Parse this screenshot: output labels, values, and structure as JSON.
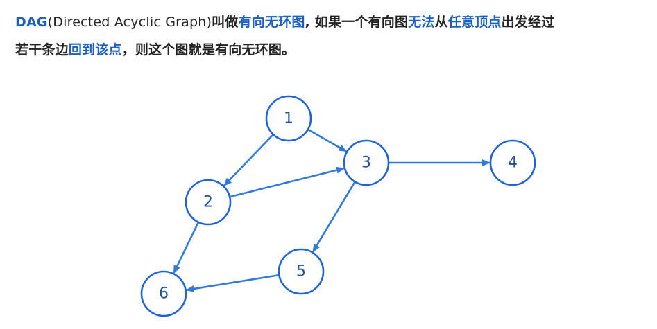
{
  "description": {
    "line1": [
      {
        "text": "DAG",
        "style": "hl"
      },
      {
        "text": "(Directed Acyclic Graph)",
        "style": "paren"
      },
      {
        "text": "叫做",
        "style": "plain"
      },
      {
        "text": "有向无环图",
        "style": "hl"
      },
      {
        "text": ", 如果一个有向图",
        "style": "plain"
      },
      {
        "text": "无法",
        "style": "hl"
      },
      {
        "text": "从",
        "style": "plain"
      },
      {
        "text": "任意顶点",
        "style": "hl"
      },
      {
        "text": "出发经过",
        "style": "plain"
      }
    ],
    "line2": [
      {
        "text": "若干条边",
        "style": "plain"
      },
      {
        "text": "回到该点",
        "style": "hl"
      },
      {
        "text": "，则这个图就是有向无环图。",
        "style": "plain"
      }
    ]
  },
  "colors": {
    "highlight": "#1a5fc4",
    "node_stroke": "#1f63d6",
    "edge": "#2f7ae0",
    "text": "#222222"
  },
  "graph": {
    "nodes": [
      {
        "id": "1",
        "label": "1"
      },
      {
        "id": "2",
        "label": "2"
      },
      {
        "id": "3",
        "label": "3"
      },
      {
        "id": "4",
        "label": "4"
      },
      {
        "id": "5",
        "label": "5"
      },
      {
        "id": "6",
        "label": "6"
      }
    ],
    "edges": [
      {
        "from": "1",
        "to": "3"
      },
      {
        "from": "1",
        "to": "2"
      },
      {
        "from": "2",
        "to": "3"
      },
      {
        "from": "3",
        "to": "4"
      },
      {
        "from": "3",
        "to": "5"
      },
      {
        "from": "2",
        "to": "6"
      },
      {
        "from": "5",
        "to": "6"
      }
    ]
  }
}
